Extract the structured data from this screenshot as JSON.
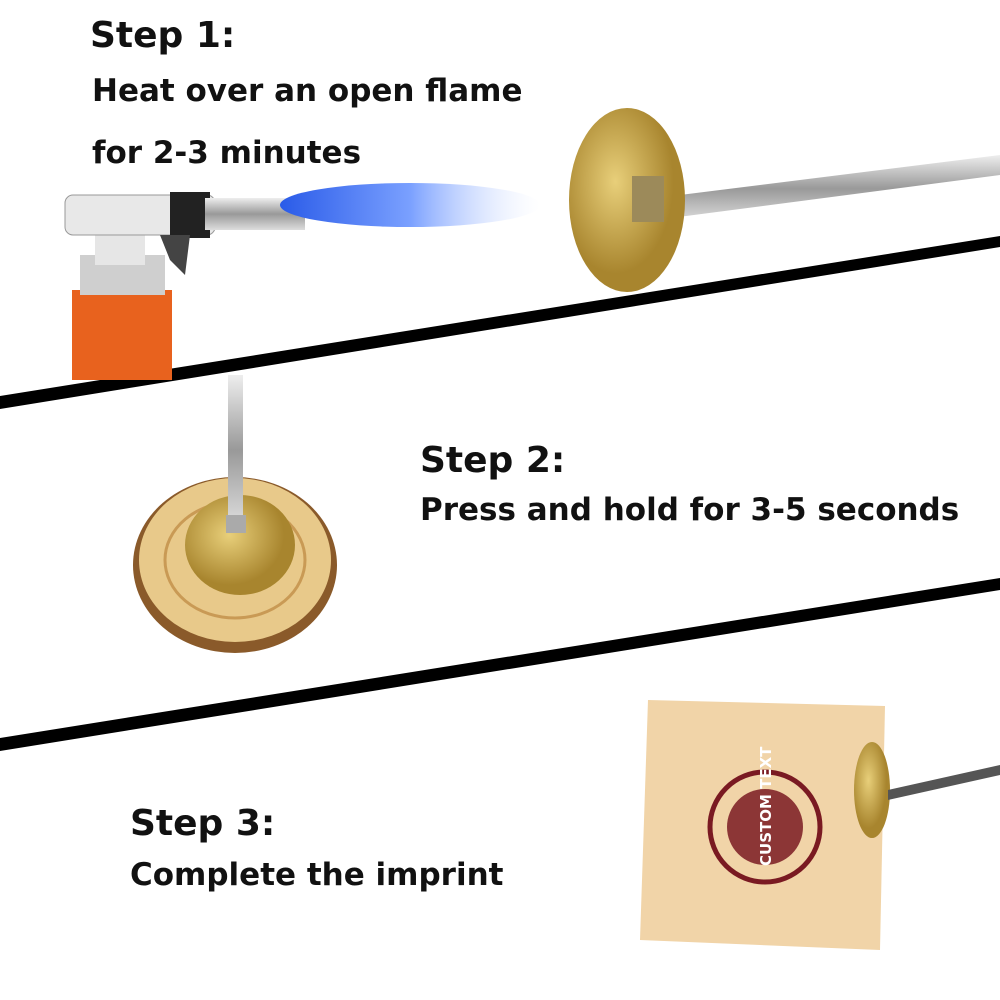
{
  "steps": [
    {
      "title": "Step 1:",
      "line1": "Heat over an open flame",
      "line2": "for 2-3 minutes"
    },
    {
      "title": "Step 2:",
      "line1": "Press and hold for 3-5 seconds"
    },
    {
      "title": "Step 3:",
      "line1": "Complete the imprint"
    }
  ],
  "imprint_text": "CUSTOM TEXT",
  "colors": {
    "brass": "#c9a54a",
    "wood": "#f1d4a8",
    "burn": "#7a1a22",
    "flame": "#4a7cf0",
    "divider": "#000000"
  }
}
